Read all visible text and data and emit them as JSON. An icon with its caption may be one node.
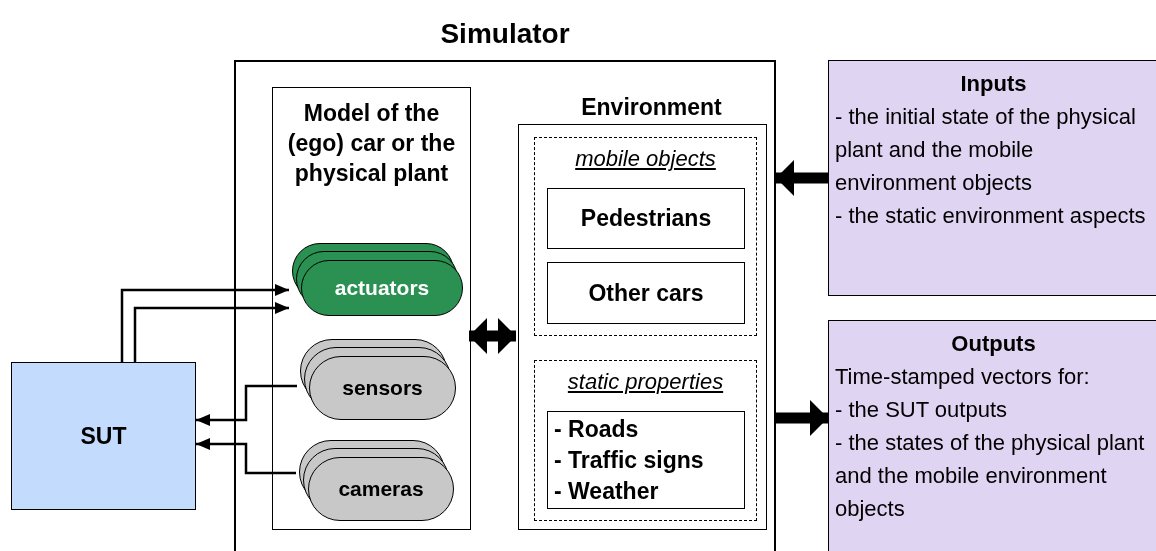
{
  "diagram": {
    "nodes": [
      {
        "text": [
          "Simulator"
        ]
      },
      {
        "text": [
          "Model of the (ego) car or the physical plant"
        ],
        "in": 0
      },
      {
        "text": [
          "actuators"
        ],
        "in": 1
      },
      {
        "text": [
          "sensors"
        ],
        "in": 1
      },
      {
        "text": [
          "cameras"
        ],
        "in": 1
      },
      {
        "text": [
          "Environment"
        ],
        "in": 0
      },
      {
        "text": [
          "mobile objects"
        ],
        "in": 5
      },
      {
        "text": [
          "Pedestrians"
        ],
        "in": 6
      },
      {
        "text": [
          "Other cars"
        ],
        "in": 6
      },
      {
        "text": [
          "static properties"
        ],
        "in": 5
      },
      {
        "text": [
          "- Roads",
          "- Traffic signs",
          "- Weather"
        ],
        "in": 9
      },
      {
        "text": [
          "SUT"
        ]
      },
      {
        "text": [
          "Inputs",
          "- the initial state of the physical plant and the mobile environment objects",
          "- the static environment aspects"
        ]
      },
      {
        "text": [
          "Outputs",
          "Time-stamped vectors for:",
          "- the SUT outputs",
          "- the states of the physical plant and the mobile environment objects"
        ]
      }
    ],
    "edges": [
      {
        "from": 11,
        "to": 2,
        "arrow": "to"
      },
      {
        "from": 11,
        "to": 2,
        "arrow": "to"
      },
      {
        "from": 3,
        "to": 11,
        "arrow": "to"
      },
      {
        "from": 4,
        "to": 11,
        "arrow": "to"
      },
      {
        "from": 1,
        "to": 5,
        "arrow": "both",
        "style": "thick"
      },
      {
        "from": 12,
        "to": 0,
        "arrow": "to",
        "style": "thick"
      },
      {
        "from": 0,
        "to": 13,
        "arrow": "to",
        "style": "thick"
      }
    ]
  }
}
